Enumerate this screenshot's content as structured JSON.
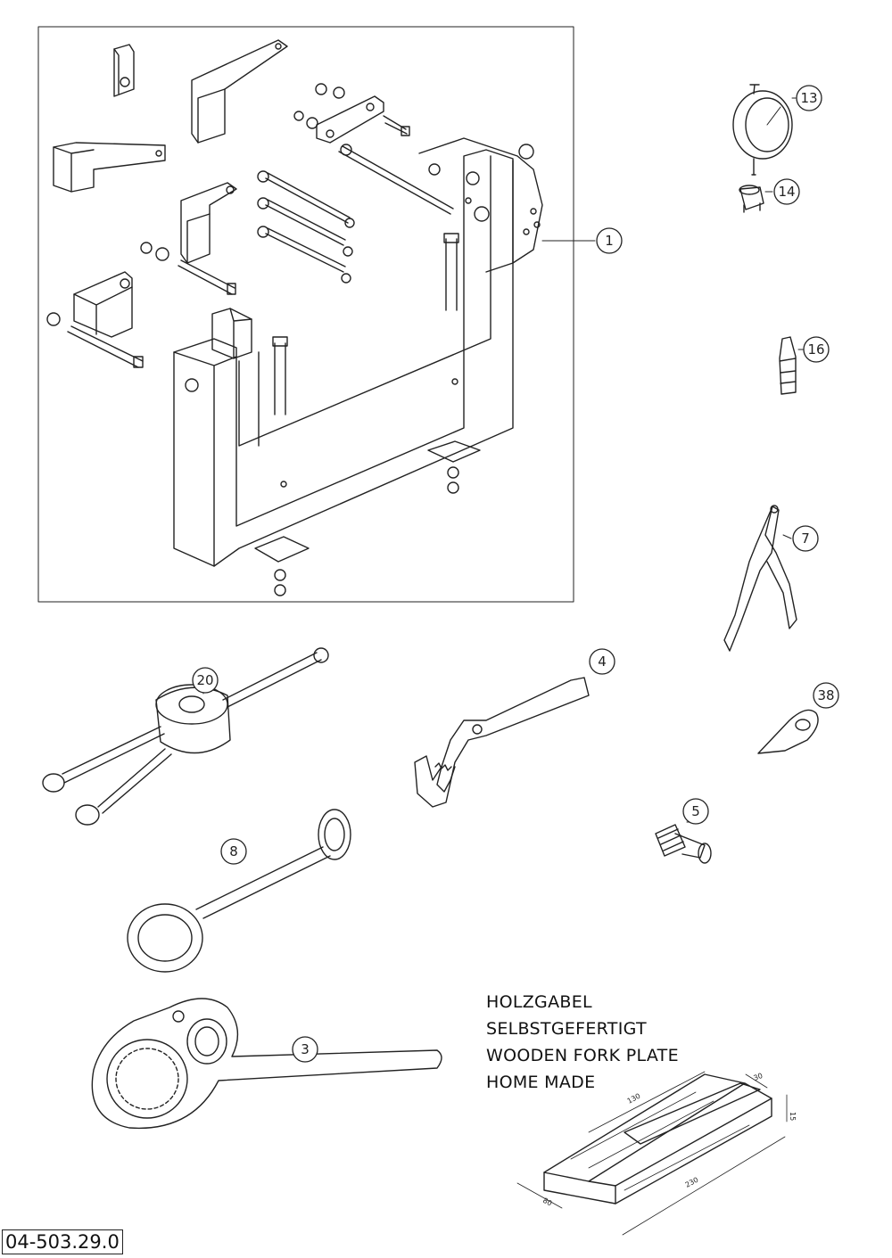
{
  "callouts": {
    "c1": "1",
    "c3": "3",
    "c4": "4",
    "c5": "5",
    "c7": "7",
    "c8": "8",
    "c13": "13",
    "c14": "14",
    "c16": "16",
    "c20": "20",
    "c38": "38"
  },
  "note": {
    "line1": "HOLZGABEL",
    "line2": "SELBSTGEFERTIGT",
    "line3": "WOODEN FORK PLATE",
    "line4": "HOME MADE"
  },
  "dimensions": {
    "d130": "130",
    "d30": "30",
    "d15": "15",
    "d230": "230",
    "d80": "80"
  },
  "part_number": "04-503.29.0"
}
